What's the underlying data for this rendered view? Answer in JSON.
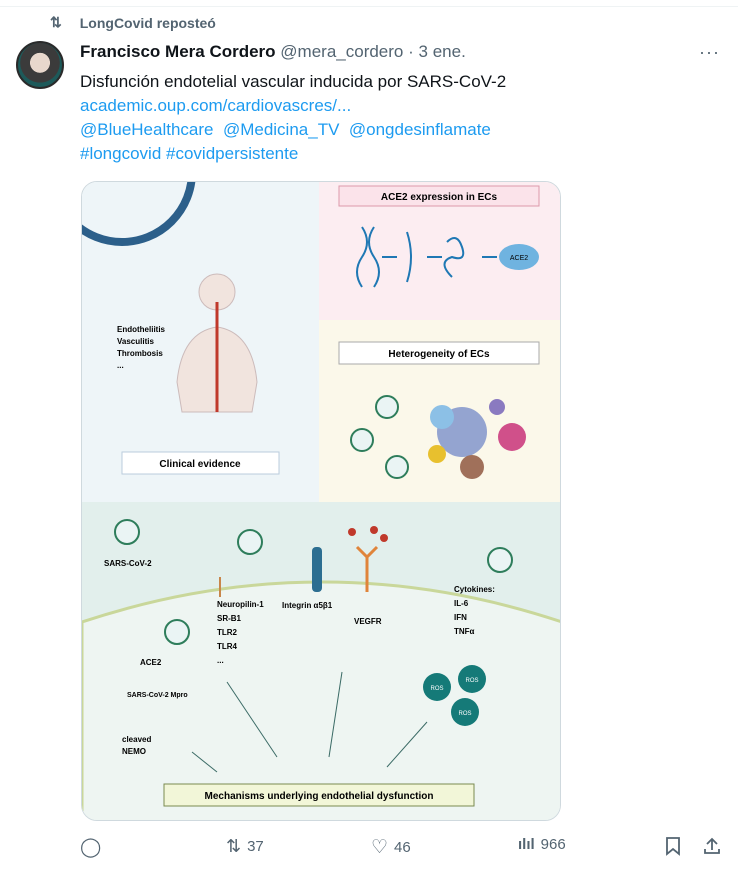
{
  "repost": {
    "label": "LongCovid reposteó"
  },
  "tweet": {
    "author_name": "Francisco Mera Cordero",
    "author_handle": "@mera_cordero",
    "separator": "·",
    "date": "3 ene.",
    "more_label": "···",
    "text": "Disfunción endotelial vascular inducida por SARS-CoV-2",
    "link": "academic.oup.com/cardiovascres/...",
    "mentions": [
      "@BlueHealthcare",
      "@Medicina_TV",
      "@ongdesinflamate"
    ],
    "hashtags": [
      "#longcovid",
      "#covidpersistente"
    ]
  },
  "figure": {
    "clinical_list": [
      "Endotheliitis",
      "Vasculitis",
      "Thrombosis",
      "..."
    ],
    "clinical_title": "Clinical evidence",
    "ace2_title": "ACE2 expression in ECs",
    "ace2_protein": "ACE2",
    "hetero_title": "Heterogeneity of ECs",
    "sars_label": "SARS-CoV-2",
    "ace2_label": "ACE2",
    "receptors": [
      "Neuropilin-1",
      "SR-B1",
      "TLR2",
      "TLR4",
      "..."
    ],
    "integrin": "Integrin α5β1",
    "vegfr": "VEGFR",
    "cytokines": [
      "Cytokines:",
      "IL-6",
      "IFN",
      "TNFα"
    ],
    "ros": "ROS",
    "mpro": "SARS-CoV-2 Mpro",
    "cleaved": [
      "cleaved",
      "NEMO"
    ],
    "mechanisms": "Mechanisms underlying endothelial dysfunction"
  },
  "actions": {
    "reply_count": "",
    "repost_count": "37",
    "like_count": "46",
    "views_count": "966"
  },
  "colors": {
    "link": "#1d9bf0",
    "muted": "#536471"
  }
}
